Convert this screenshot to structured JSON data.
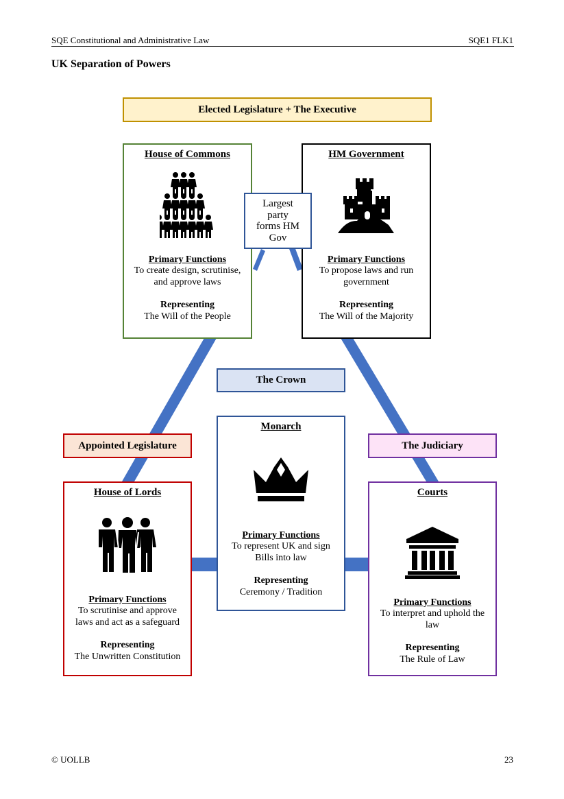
{
  "header": {
    "left": "SQE Constitutional and Administrative Law",
    "right": "SQE1 FLK1"
  },
  "page_title": "UK Separation of Powers",
  "banners": {
    "elected": "Elected Legislature + The Executive",
    "crown": "The Crown",
    "appointed": "Appointed Legislature",
    "judiciary": "The Judiciary"
  },
  "note": {
    "line1": "Largest",
    "line2": "party",
    "line3": "forms HM",
    "line4": "Gov"
  },
  "boxes": {
    "commons": {
      "title": "House of Commons",
      "icon": "people-crowd-icon",
      "functions_label": "Primary Functions",
      "functions_l1": "To create design, scrutinise,",
      "functions_l2": "and approve laws",
      "representing_label": "Representing",
      "representing": "The Will of the People"
    },
    "government": {
      "title": "HM Government",
      "icon": "castle-icon",
      "functions_label": "Primary Functions",
      "functions_l1": "To propose laws and run",
      "functions_l2": "government",
      "representing_label": "Representing",
      "representing": "The Will of the Majority"
    },
    "monarch": {
      "title": "Monarch",
      "icon": "crown-icon",
      "functions_label": "Primary Functions",
      "functions_l1": "To represent UK and sign",
      "functions_l2": "Bills into law",
      "representing_label": "Representing",
      "representing": "Ceremony / Tradition"
    },
    "lords": {
      "title": "House of Lords",
      "icon": "three-people-icon",
      "functions_label": "Primary Functions",
      "functions_l1": "To scrutinise and approve",
      "functions_l2": "laws and act as a safeguard",
      "representing_label": "Representing",
      "representing": "The Unwritten Constitution"
    },
    "courts": {
      "title": "Courts",
      "icon": "courthouse-icon",
      "functions_label": "Primary Functions",
      "functions_l1": "To interpret and uphold the",
      "functions_l2": "law",
      "representing_label": "Representing",
      "representing": "The Rule of Law"
    }
  },
  "colors": {
    "connector": "#4472c4",
    "commons_border": "#548235",
    "government_border": "#000000",
    "monarch_border": "#2f5597",
    "lords_border": "#c00000",
    "courts_border": "#7030a0",
    "elected_fill": "#fff2cc",
    "elected_border": "#bf9000",
    "crown_fill": "#dae3f3",
    "crown_border": "#2f5597",
    "appointed_fill": "#fbe5d6",
    "appointed_border": "#c00000",
    "judiciary_fill": "#fde3f7",
    "judiciary_border": "#7030a0"
  },
  "footer": {
    "left": "© UOLLB",
    "right": "23"
  }
}
